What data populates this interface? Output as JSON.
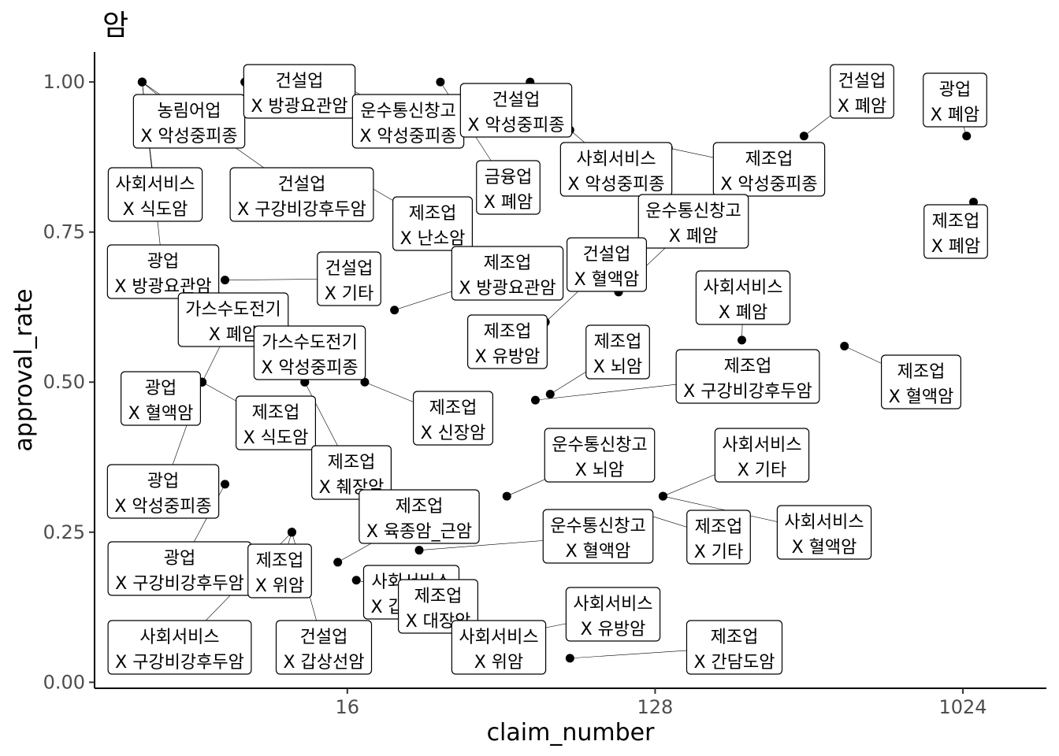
{
  "chart_data": {
    "type": "scatter",
    "title": "암",
    "xlabel": "claim_number",
    "ylabel": "approval_rate",
    "x_scale": "log2",
    "xlim": [
      2.9,
      1800
    ],
    "ylim": [
      -0.01,
      1.05
    ],
    "x_ticks": [
      16,
      128,
      1024
    ],
    "y_ticks": [
      0.0,
      0.25,
      0.5,
      0.75,
      1.0
    ],
    "y_tick_labels": [
      "0.00",
      "0.25",
      "0.50",
      "0.75",
      "1.00"
    ],
    "grid": false,
    "points": [
      {
        "x": 4,
        "y": 1.0,
        "label": [
          "농림어업",
          "X 악성중피종"
        ]
      },
      {
        "x": 4,
        "y": 1.0,
        "label": [
          "사회서비스",
          "X 식도암"
        ]
      },
      {
        "x": 4,
        "y": 1.0,
        "label": [
          "건설업",
          "X 구강비강후두암"
        ]
      },
      {
        "x": 4,
        "y": 1.0,
        "label": [
          "광업",
          "X 방광요관암"
        ]
      },
      {
        "x": 8,
        "y": 1.0,
        "label": [
          "건설업",
          "X 방광요관암"
        ]
      },
      {
        "x": 15,
        "y": 1.0,
        "label": [
          "운수통신창고",
          "X 악성중피종"
        ]
      },
      {
        "x": 30,
        "y": 1.0,
        "label": [
          "금융업",
          "X 폐암"
        ]
      },
      {
        "x": 55,
        "y": 1.0,
        "label": [
          "건설업",
          "X 악성중피종"
        ]
      },
      {
        "x": 72,
        "y": 0.92,
        "label": [
          "사회서비스",
          "X 악성중피종"
        ]
      },
      {
        "x": 140,
        "y": 0.89,
        "label": [
          "제조업",
          "X 악성중피종"
        ]
      },
      {
        "x": 350,
        "y": 0.91,
        "label": [
          "건설업",
          "X 폐암"
        ]
      },
      {
        "x": 1050,
        "y": 0.91,
        "label": [
          "광업",
          "X 폐암"
        ]
      },
      {
        "x": 1100,
        "y": 0.8,
        "label": [
          "제조업",
          "X 폐암"
        ]
      },
      {
        "x": 18,
        "y": 0.83,
        "label": [
          "제조업",
          "X 난소암"
        ]
      },
      {
        "x": 100,
        "y": 0.65,
        "label": [
          "운수통신창고",
          "X 폐암"
        ]
      },
      {
        "x": 61,
        "y": 0.6,
        "label": [
          "건설업",
          "X 혈액암"
        ]
      },
      {
        "x": 7,
        "y": 0.67,
        "label": [
          "건설업",
          "X 기타"
        ]
      },
      {
        "x": 22,
        "y": 0.62,
        "label": [
          "제조업",
          "X 방광요관암"
        ]
      },
      {
        "x": 6,
        "y": 0.5,
        "label": [
          "가스수도전기",
          "X 폐암"
        ]
      },
      {
        "x": 6,
        "y": 0.5,
        "label": [
          "광업",
          "X 혈액암"
        ]
      },
      {
        "x": 6,
        "y": 0.5,
        "label": [
          "제조업",
          "X 식도암"
        ]
      },
      {
        "x": 6,
        "y": 0.5,
        "label": [
          "광업",
          "X 악성중피종"
        ]
      },
      {
        "x": 12,
        "y": 0.5,
        "label": [
          "가스수도전기",
          "X 악성중피종"
        ]
      },
      {
        "x": 12,
        "y": 0.5,
        "label": [
          "제조업",
          "X 췌장암"
        ]
      },
      {
        "x": 18,
        "y": 0.5,
        "label": [
          "제조업",
          "X 신장암"
        ]
      },
      {
        "x": 57,
        "y": 0.53,
        "label": [
          "제조업",
          "X 유방암"
        ]
      },
      {
        "x": 63,
        "y": 0.48,
        "label": [
          "제조업",
          "X 뇌암"
        ]
      },
      {
        "x": 57,
        "y": 0.47,
        "label": [
          "제조업",
          "X 구강비강후두암"
        ]
      },
      {
        "x": 230,
        "y": 0.57,
        "label": [
          "사회서비스",
          "X 폐암"
        ]
      },
      {
        "x": 460,
        "y": 0.56,
        "label": [
          "제조업",
          "X 혈액암"
        ]
      },
      {
        "x": 47,
        "y": 0.31,
        "label": [
          "운수통신창고",
          "X 뇌암"
        ]
      },
      {
        "x": 135,
        "y": 0.31,
        "label": [
          "사회서비스",
          "X 기타"
        ]
      },
      {
        "x": 120,
        "y": 0.28,
        "label": [
          "제조업",
          "X 기타"
        ]
      },
      {
        "x": 135,
        "y": 0.31,
        "label": [
          "사회서비스",
          "X 혈액암"
        ]
      },
      {
        "x": 7,
        "y": 0.33,
        "label": [
          "광업",
          "X 구강비강후두암"
        ]
      },
      {
        "x": 11,
        "y": 0.25,
        "label": [
          "제조업",
          "X 위암"
        ]
      },
      {
        "x": 11,
        "y": 0.25,
        "label": [
          "사회서비스",
          "X 구강비강후두암"
        ]
      },
      {
        "x": 11,
        "y": 0.25,
        "label": [
          "건설업",
          "X 갑상선암"
        ]
      },
      {
        "x": 15,
        "y": 0.2,
        "label": [
          "제조업",
          "X 육종암_근암"
        ]
      },
      {
        "x": 26,
        "y": 0.22,
        "label": [
          "운수통신창고",
          "X 혈액암"
        ]
      },
      {
        "x": 17,
        "y": 0.17,
        "label": [
          "사회서비스",
          "X 갑상선암"
        ]
      },
      {
        "x": 26,
        "y": 0.11,
        "label": [
          "제조업",
          "X 대장암"
        ]
      },
      {
        "x": 32,
        "y": 0.09,
        "label": [
          "사회서비스",
          "X 위암"
        ]
      },
      {
        "x": 40,
        "y": 0.07,
        "label": [
          "사회서비스",
          "X 유방암"
        ]
      },
      {
        "x": 72,
        "y": 0.04,
        "label": [
          "제조업",
          "X 간담도암"
        ]
      }
    ]
  }
}
